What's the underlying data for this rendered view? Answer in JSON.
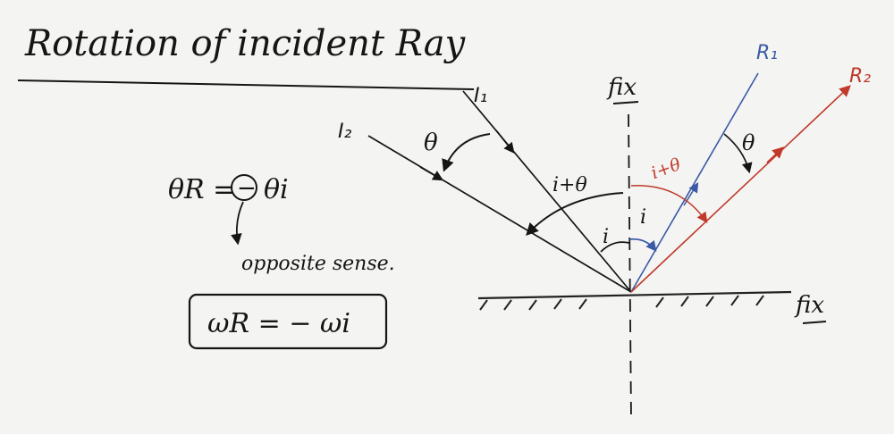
{
  "title": "Rotation of incident Ray",
  "labels": {
    "incident_1": "I₁",
    "incident_2": "I₂",
    "reflected_1": "R₁",
    "reflected_2": "R₂",
    "theta_incident": "θ",
    "theta_reflected": "θ",
    "i_plus_theta_left": "i+θ",
    "i_plus_theta_right": "i+θ",
    "i_left": "i",
    "i_right": "i",
    "mirror_normal": "fix",
    "mirror_surface": "fix"
  },
  "equations": {
    "theta_r_lhs": "θR =",
    "minus_circled": "−",
    "theta_i": "θi",
    "note": "opposite sense.",
    "omega": "ωR = − ωi"
  },
  "colors": {
    "ink": "#151515",
    "reflected_1": "#3b5aa6",
    "reflected_2": "#c0392b",
    "mirror": "#222222"
  }
}
